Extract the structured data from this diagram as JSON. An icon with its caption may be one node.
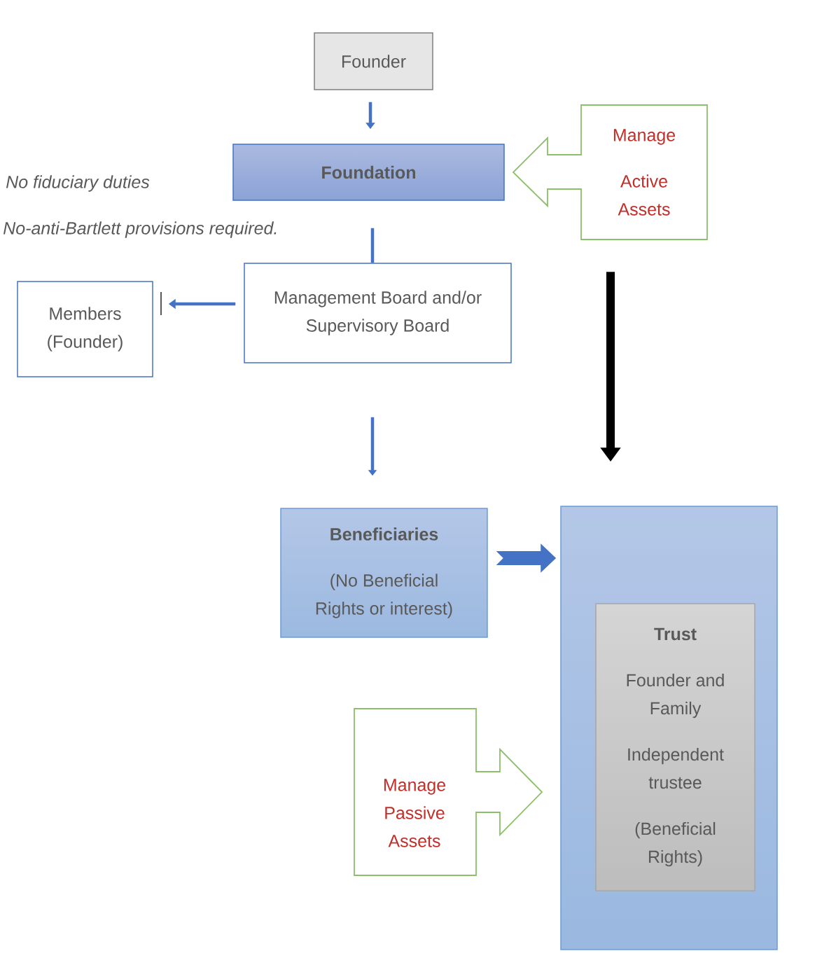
{
  "diagram": {
    "nodes": [
      {
        "text": [
          "Founder"
        ]
      },
      {
        "text": [
          "Foundation"
        ]
      },
      {
        "text": [
          "Manage",
          "Active Assets"
        ]
      },
      {
        "text": [
          "Management Board and/or Supervisory Board"
        ]
      },
      {
        "text": [
          "Members (Founder)"
        ]
      },
      {
        "text": [
          "Beneficiaries",
          "(No Beneficial Rights or interest)"
        ]
      },
      {
        "text": [],
        "shape": "box"
      },
      {
        "text": [
          "Trust",
          "Founder and Family",
          "Independent trustee",
          "(Beneficial Rights)"
        ],
        "in": 6
      },
      {
        "text": [
          "Manage Passive Assets"
        ]
      }
    ],
    "edges": [
      {
        "from": 0,
        "to": 1,
        "arrow": "to"
      },
      {
        "from": 1,
        "to": 3,
        "arrow": "none"
      },
      {
        "from": 3,
        "to": 4,
        "arrow": "to"
      },
      {
        "from": 3,
        "to": 5,
        "arrow": "to"
      },
      {
        "from": 2,
        "to": 6,
        "arrow": "to",
        "style": "thick",
        "color": "#000000"
      },
      {
        "from": 5,
        "to": 6,
        "arrow": "to",
        "style": "thick"
      }
    ],
    "labels": [
      "No fiduciary duties",
      "No-anti-Bartlett provisions required."
    ]
  }
}
